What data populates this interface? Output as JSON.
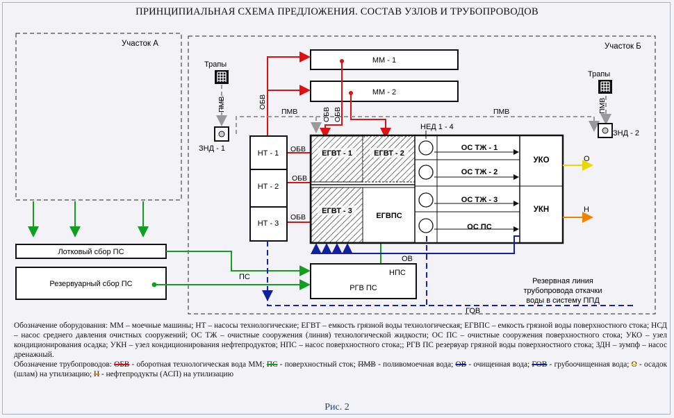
{
  "title": "ПРИНЦИПИАЛЬНАЯ СХЕМА ПРЕДЛОЖЕНИЯ. СОСТАВ УЗЛОВ И ТРУБОПРОВОДОВ",
  "areas": {
    "a": "Участок А",
    "b": "Участок Б"
  },
  "equipment": {
    "mm1": "ММ - 1",
    "mm2": "ММ - 2",
    "nt1": "НТ - 1",
    "nt2": "НТ - 2",
    "nt3": "НТ - 3",
    "egvt1": "ЕГВТ - 1",
    "egvt2": "ЕГВТ - 2",
    "egvt3": "ЕГВТ - 3",
    "egvps": "ЕГВПС",
    "ostzh1": "ОС ТЖ - 1",
    "ostzh2": "ОС ТЖ - 2",
    "ostzh3": "ОС ТЖ - 3",
    "osps": "ОС ПС",
    "uko": "УКО",
    "ukn": "УКН",
    "ned": "НЕД 1 - 4",
    "trap1": "Трапы",
    "trap2": "Трапы",
    "znd1": "ЗНД - 1",
    "znd2": "ЗНД - 2",
    "lotok": "Лотковый сбор ПС",
    "rezerv": "Резервуарный сбор ПС",
    "rgv": "РГВ ПС",
    "nps": "НПС"
  },
  "pipes": {
    "obv": "ОБВ",
    "pmv": "ПМВ",
    "ps": "ПС",
    "ov": "ОВ",
    "gov": "ГОВ",
    "o": "О",
    "n": "Н"
  },
  "reserve_note": [
    "Резервная линия",
    "трубопровода откачки",
    "воды в систему ППД"
  ],
  "legend": {
    "equipment": "Обозначение оборудования: ММ – моечные машины; НТ – насосы технологические; ЕГВТ – емкость грязной воды технологическая; ЕГВПС – емкость грязной воды поверхностного стока; НСД – насос среднего давления очистных сооружений; ОС ТЖ – очистные сооружения (линия) технологической жидкости; ОС ПС – очистные сооружения поверхностного стока; УКО – узел кондиционирования осадка; УКН – узел кондиционирования нефтепродуктов; НПС – насос поверхностного стока;; РГВ ПС резервуар грязной воды поверхностного стока; ЗДН – зумпф – насос дренажный.",
    "pipes_prefix": "Обозначение трубопроводов: ",
    "obv_key": "ОБВ",
    "obv_text": " - оборотная технологическая вода ММ; ",
    "ps_key": "ПС",
    "ps_text": " - поверхностный сток; ",
    "pmv_key": "ПМВ",
    "pmv_text": " - поливомоечная вода; ",
    "ov_key": "ОВ",
    "ov_text": " - очищенная вода; ",
    "gov_key": "ГОВ",
    "gov_text": " - грубоочищенная вода; ",
    "o_key": "О",
    "o_text": " - осадок (шлам) на утилизацию; ",
    "n_key": "Н",
    "n_text": " - нефтепродукты (АСП) на утилизацию"
  },
  "caption": "Рис.  2",
  "colors": {
    "obv": "#e01010",
    "ps": "#10a020",
    "pmv": "#999999",
    "ov": "#1020a0",
    "gov": "#1020c0",
    "o": "#e8d800",
    "n": "#f08000"
  }
}
